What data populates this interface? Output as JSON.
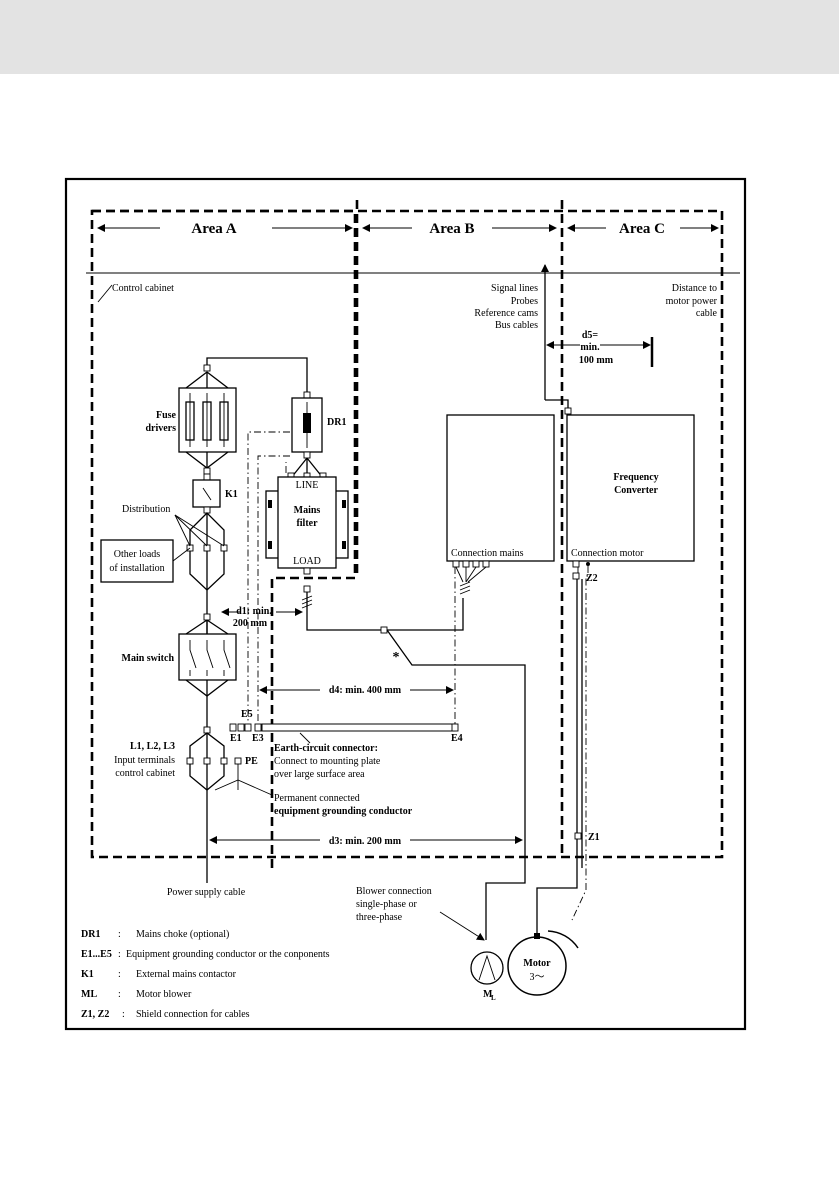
{
  "areas": {
    "a": "Area A",
    "b": "Area B",
    "c": "Area C"
  },
  "labels": {
    "control_cabinet": "Control cabinet",
    "signal_lines": [
      "Signal lines",
      "Probes",
      "Reference cams",
      "Bus cables"
    ],
    "distance_motor": [
      "Distance to",
      "motor power",
      "cable"
    ],
    "d5": [
      "d5=",
      "min.",
      "100 mm"
    ],
    "fuse_drivers": [
      "Fuse",
      "drivers"
    ],
    "dr1": "DR1",
    "k1": "K1",
    "distribution": "Distribution",
    "other_loads": [
      "Other loads",
      "of installation"
    ],
    "line": "LINE",
    "mains_filter": [
      "Mains",
      "filter"
    ],
    "load": "LOAD",
    "connection_mains": "Connection mains",
    "frequency_converter": [
      "Frequency",
      "Converter"
    ],
    "connection_motor": "Connection motor",
    "z2": "Z2",
    "d1": [
      "d1: min.",
      "200 mm"
    ],
    "main_switch": "Main switch",
    "star": "*",
    "d4": "d4: min. 400 mm",
    "e5": "E5",
    "e1": "E1",
    "e3": "E3",
    "e4": "E4",
    "earth_title": "Earth-circuit connector:",
    "earth_lines": [
      "Connect to mounting plate",
      "over large surface area"
    ],
    "input_terminals": [
      "L1, L2, L3",
      "Input terminals",
      "control cabinet"
    ],
    "pe": "PE",
    "perm_line": "Permanent connected",
    "perm_bold": "equipment grounding conductor",
    "d3": "d3: min. 200 mm",
    "z1": "Z1",
    "power_supply": "Power supply cable",
    "blower": [
      "Blower connection",
      "single-phase or",
      "three-phase"
    ],
    "motor": "Motor",
    "motor_phase": "3～",
    "ml": "M",
    "ml_sub": "L"
  },
  "legend": [
    {
      "key": "DR1",
      "sep": ":",
      "desc": "Mains choke (optional)"
    },
    {
      "key": "E1...E5",
      "sep": ":",
      "desc": "Equipment grounding conductor or the conponents"
    },
    {
      "key": "K1",
      "sep": ":",
      "desc": "External mains contactor"
    },
    {
      "key": "ML",
      "sep": ":",
      "desc": "Motor blower"
    },
    {
      "key": "Z1, Z2",
      "sep": ":",
      "desc": "Shield connection for cables"
    }
  ]
}
